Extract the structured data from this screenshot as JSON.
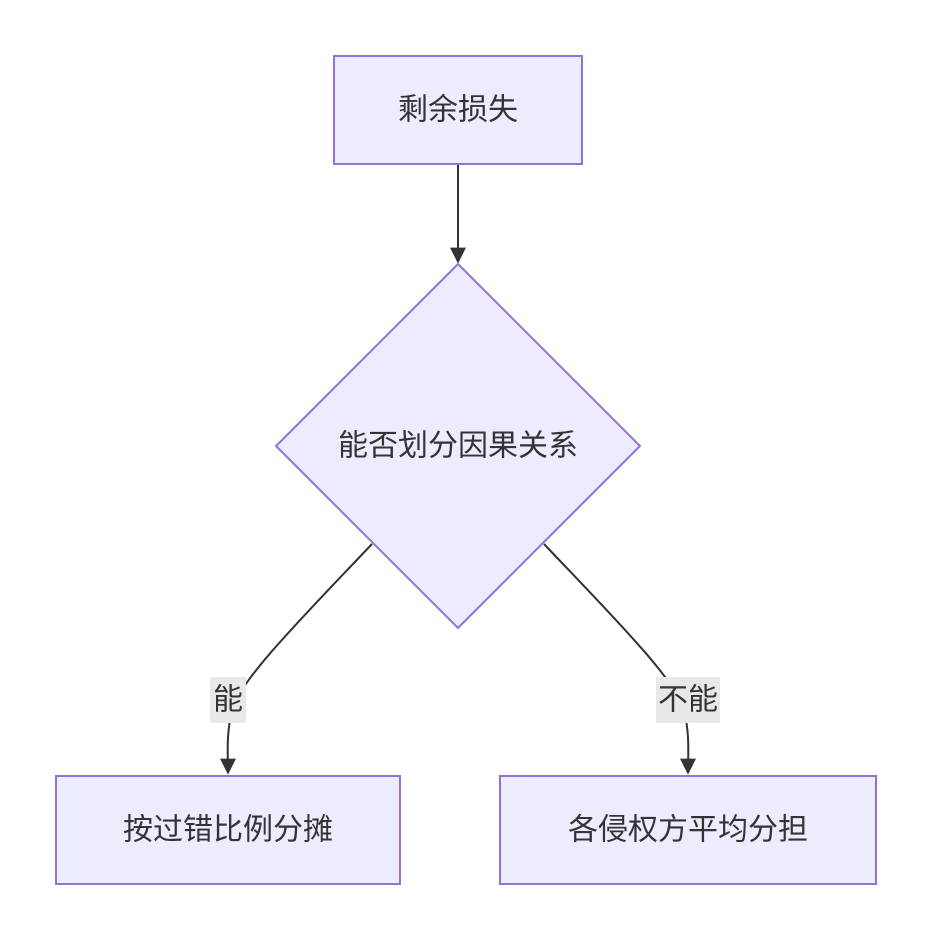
{
  "diagram": {
    "nodes": {
      "start": {
        "label": "剩余损失"
      },
      "decision": {
        "label": "能否划分因果关系"
      },
      "left": {
        "label": "按过错比例分摊"
      },
      "right": {
        "label": "各侵权方平均分担"
      }
    },
    "edges": {
      "yes": {
        "label": "能"
      },
      "no": {
        "label": "不能"
      }
    },
    "colors": {
      "node_fill": "#ececff",
      "node_stroke": "#9370db",
      "edge": "#333333",
      "edge_label_bg": "#e8e8e8",
      "text": "#333333"
    }
  }
}
